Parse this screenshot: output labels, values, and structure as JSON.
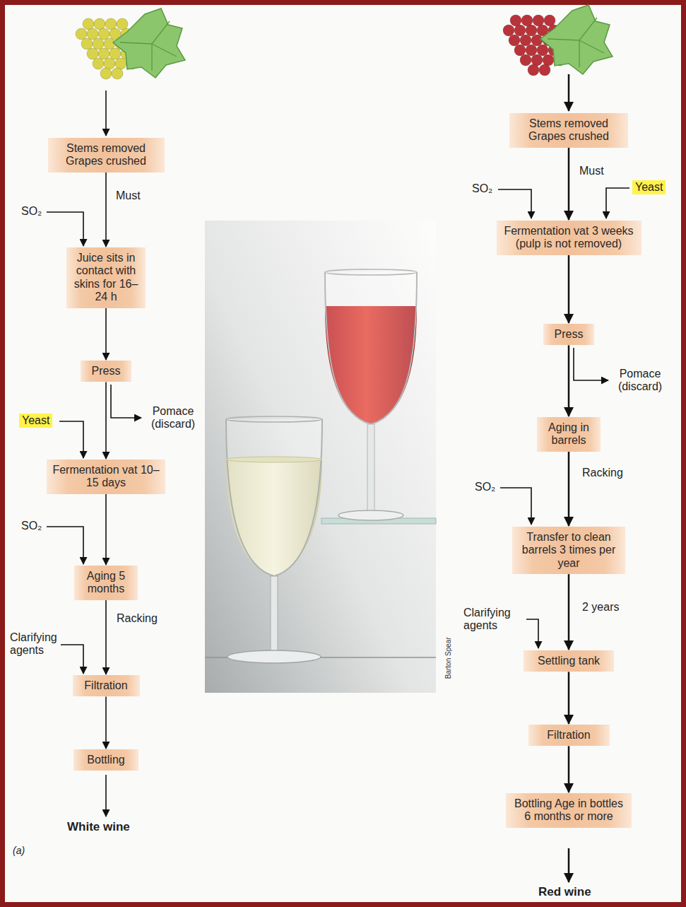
{
  "diagram": {
    "nodes": [
      {
        "text": [
          "Stems removed Grapes crushed"
        ]
      },
      {
        "text": [
          "Juice sits in contact with skins for 16–24 h"
        ]
      },
      {
        "text": [
          "Press"
        ]
      },
      {
        "text": [
          "Fermentation vat 10–15 days"
        ]
      },
      {
        "text": [
          "Aging 5 months"
        ]
      },
      {
        "text": [
          "Filtration"
        ]
      },
      {
        "text": [
          "Bottling"
        ]
      },
      {
        "text": [
          "Stems removed Grapes crushed"
        ]
      },
      {
        "text": [
          "Fermentation vat 3 weeks (pulp is not removed)"
        ]
      },
      {
        "text": [
          "Press"
        ]
      },
      {
        "text": [
          "Aging in barrels"
        ]
      },
      {
        "text": [
          "Transfer to clean barrels 3 times per year"
        ]
      },
      {
        "text": [
          "Settling tank"
        ]
      },
      {
        "text": [
          "Filtration"
        ]
      },
      {
        "text": [
          "Bottling Age in bottles 6 months or more"
        ]
      }
    ],
    "edges": [
      {
        "from": 0,
        "to": 1,
        "label": "Must",
        "arrow": "to"
      },
      {
        "from": 1,
        "to": 2,
        "arrow": "to"
      },
      {
        "from": 2,
        "to": 3,
        "arrow": "to"
      },
      {
        "from": 3,
        "to": 4,
        "arrow": "to"
      },
      {
        "from": 4,
        "to": 5,
        "label": "Racking",
        "arrow": "to"
      },
      {
        "from": 5,
        "to": 6,
        "arrow": "to"
      },
      {
        "from": 7,
        "to": 8,
        "label": "Must",
        "arrow": "to"
      },
      {
        "from": 8,
        "to": 9,
        "arrow": "to"
      },
      {
        "from": 9,
        "to": 10,
        "arrow": "to"
      },
      {
        "from": 10,
        "to": 11,
        "label": "Racking",
        "arrow": "to"
      },
      {
        "from": 11,
        "to": 12,
        "label": "2 years",
        "arrow": "to"
      },
      {
        "from": 12,
        "to": 13,
        "arrow": "to"
      },
      {
        "from": 13,
        "to": 14,
        "arrow": "to"
      }
    ],
    "labels": [
      "SO₂",
      "Yeast",
      "Pomace (discard)",
      "SO₂",
      "Clarifying agents",
      "White wine",
      "(a)",
      "SO₂",
      "Yeast",
      "Pomace (discard)",
      "SO₂",
      "Clarifying agents",
      "Red wine",
      "Barton Spear"
    ]
  }
}
